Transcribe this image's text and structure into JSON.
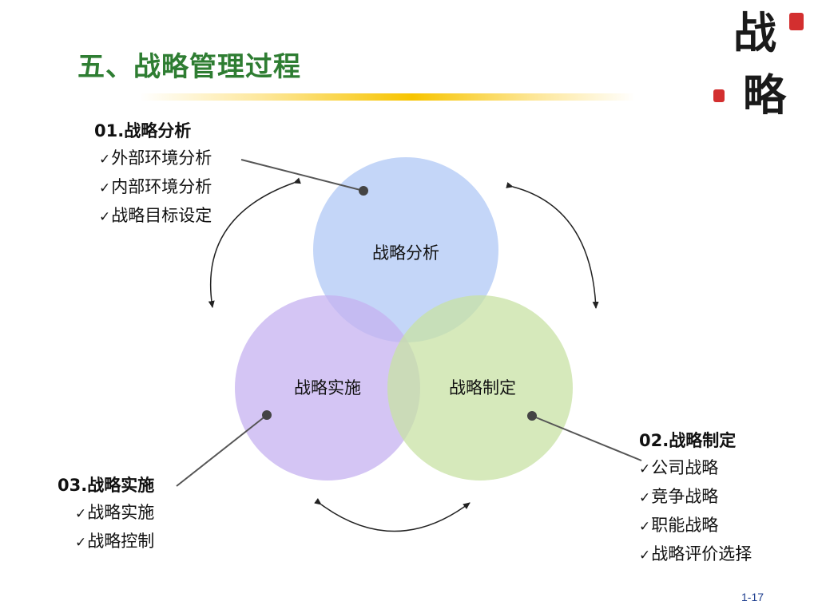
{
  "title": "五、战略管理过程",
  "logo": {
    "chars": [
      "战",
      "略"
    ]
  },
  "circles": {
    "analysis": {
      "label": "战略分析",
      "color": "#b0c8f5"
    },
    "formulation": {
      "label": "战略制定",
      "color": "#c8e2a4"
    },
    "implementation": {
      "label": "战略实施",
      "color": "#c6b1f0"
    }
  },
  "groups": {
    "analysis": {
      "heading": "01.战略分析",
      "items": [
        "外部环境分析",
        "内部环境分析",
        "战略目标设定"
      ]
    },
    "formulation": {
      "heading": "02.战略制定",
      "items": [
        "公司战略",
        "竞争战略",
        "职能战略",
        "战略评价选择"
      ]
    },
    "implementation": {
      "heading": "03.战略实施",
      "items": [
        "战略实施",
        "战略控制"
      ]
    }
  },
  "page_number": "1-17"
}
